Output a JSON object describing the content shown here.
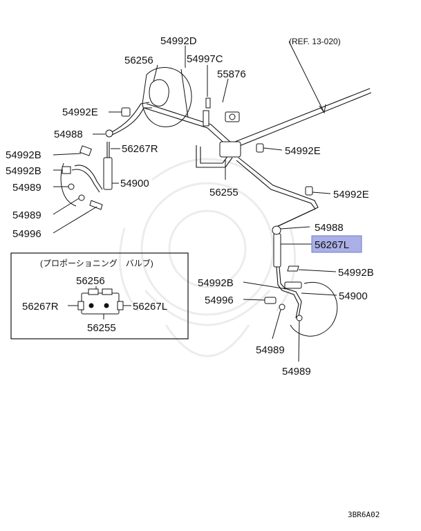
{
  "reference": "(REF. 13-020)",
  "footer_code": "3BR6A02",
  "highlight_color": "#aab0e6",
  "callouts": {
    "c54992D": "54992D",
    "c56256_top": "56256",
    "c54997C": "54997C",
    "c55876": "55876",
    "c54992E_1": "54992E",
    "c54988_1": "54988",
    "c56267R_1": "56267R",
    "c54992B_1": "54992B",
    "c54992B_2": "54992B",
    "c54989_1": "54989",
    "c54900_1": "54900",
    "c54989_2": "54989",
    "c54996_1": "54996",
    "c56255_top": "56255",
    "c54992E_2": "54992E",
    "c54992E_3": "54992E",
    "c54988_2": "54988",
    "c56267L_hl": "56267L",
    "c54992B_3": "54992B",
    "c54992B_4": "54992B",
    "c54900_2": "54900",
    "c54996_2": "54996",
    "c54989_3": "54989",
    "c54989_4": "54989"
  },
  "inset": {
    "title": "(プロポーショニング　バルブ)",
    "p56256": "56256",
    "p56267R": "56267R",
    "p56267L": "56267L",
    "p56255": "56255"
  }
}
